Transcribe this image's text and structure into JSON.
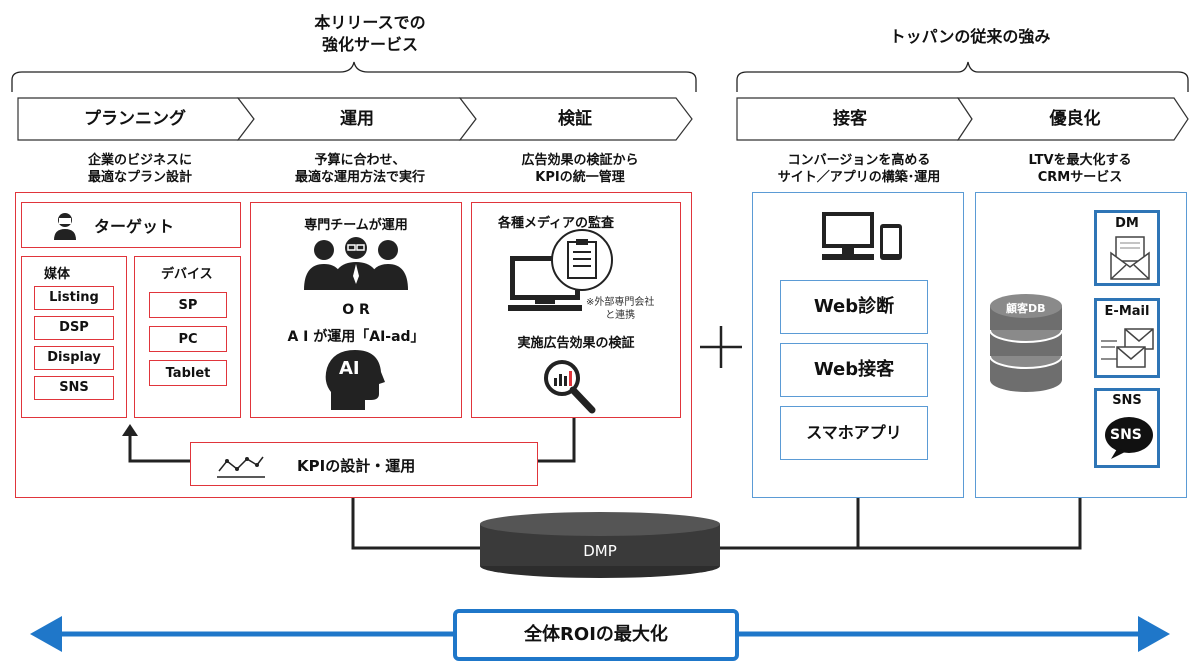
{
  "header_left": [
    "本リリースでの",
    "強化サービス"
  ],
  "header_right": "トッパンの従来の強み",
  "stages": [
    "プランニング",
    "運用",
    "検証",
    "接客",
    "優良化"
  ],
  "descriptions": [
    [
      "企業のビジネスに",
      "最適なプラン設計"
    ],
    [
      "予算に合わせ、",
      "最適な運用方法で実行"
    ],
    [
      "広告効果の検証から",
      "KPIの統一管理"
    ],
    [
      "コンバージョンを高める",
      "サイト／アプリの構築･運用"
    ],
    [
      "LTVを最大化する",
      "CRMサービス"
    ]
  ],
  "planning": {
    "target": "ターゲット",
    "media_title": "媒体",
    "media": [
      "Listing",
      "DSP",
      "Display",
      "SNS"
    ],
    "device_title": "デバイス",
    "devices": [
      "SP",
      "PC",
      "Tablet"
    ]
  },
  "operation": {
    "team": "専門チームが運用",
    "or": "O R",
    "ai": "A I が運用「AI-ad」",
    "ai_icon_text": "AI"
  },
  "verification": {
    "audit": "各種メディアの監査",
    "note": [
      "※外部専門会社",
      "と連携"
    ],
    "effect": "実施広告効果の検証"
  },
  "kpi": "KPIの設計・運用",
  "plus": "+",
  "cx_services": [
    "Web診断",
    "Web接客",
    "スマホアプリ"
  ],
  "crm": {
    "db_label": "顧客DB",
    "channels": [
      "DM",
      "E-Mail",
      "SNS"
    ],
    "sns_bubble": "SNS"
  },
  "dmp": "DMP",
  "roi": "全体ROIの最大化",
  "colors": {
    "red": "#e0353b",
    "blue": "#5b9bd5",
    "dark_blue": "#2e75b6",
    "arrow_blue": "#1f77c9"
  }
}
